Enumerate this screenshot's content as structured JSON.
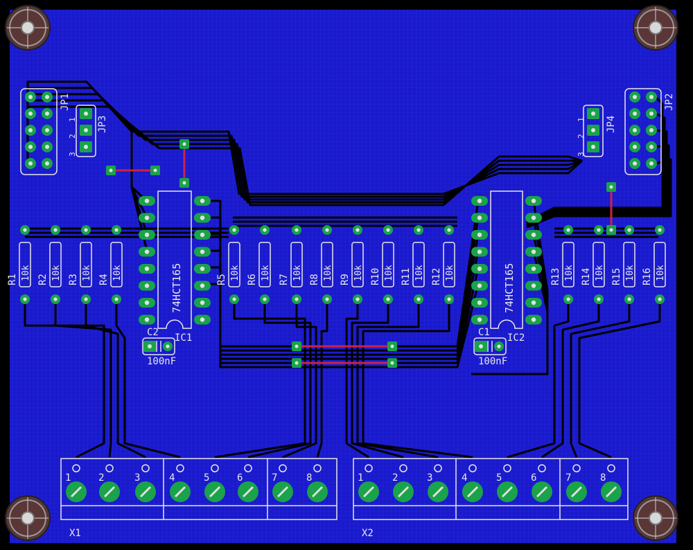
{
  "colors": {
    "background": "#000000",
    "board": "#1a1acc",
    "grid": "#2a2ae0",
    "trace": "#000000",
    "pad": "#1aa34a",
    "via_trace": "#cc2244",
    "silk": "#e8e8e8",
    "hole": "#d8d8d8"
  },
  "headers": [
    {
      "id": "jp1",
      "label": "JP1"
    },
    {
      "id": "jp2",
      "label": "JP2"
    },
    {
      "id": "jp3",
      "label": "JP3",
      "pins": [
        "1",
        "2",
        "3"
      ]
    },
    {
      "id": "jp4",
      "label": "JP4",
      "pins": [
        "1",
        "2",
        "3"
      ]
    }
  ],
  "ics": [
    {
      "id": "ic1",
      "label": "IC1",
      "part": "74HCT165"
    },
    {
      "id": "ic2",
      "label": "IC2",
      "part": "74HCT165"
    }
  ],
  "capacitors": [
    {
      "id": "c2",
      "label": "C2",
      "value": "100nF"
    },
    {
      "id": "c1",
      "label": "C1",
      "value": "100nF"
    }
  ],
  "resistors": [
    {
      "label": "R1",
      "value": "10k"
    },
    {
      "label": "R2",
      "value": "10k"
    },
    {
      "label": "R3",
      "value": "10k"
    },
    {
      "label": "R4",
      "value": "10k"
    },
    {
      "label": "R5",
      "value": "10k"
    },
    {
      "label": "R6",
      "value": "10k"
    },
    {
      "label": "R7",
      "value": "10k"
    },
    {
      "label": "R8",
      "value": "10k"
    },
    {
      "label": "R9",
      "value": "10k"
    },
    {
      "label": "R10",
      "value": "10k"
    },
    {
      "label": "R11",
      "value": "10k"
    },
    {
      "label": "R12",
      "value": "10k"
    },
    {
      "label": "R13",
      "value": "10k"
    },
    {
      "label": "R14",
      "value": "10k"
    },
    {
      "label": "R15",
      "value": "10k"
    },
    {
      "label": "R16",
      "value": "10k"
    }
  ],
  "terminals": [
    {
      "id": "x1",
      "label": "X1",
      "pins": [
        "1",
        "2",
        "3",
        "4",
        "5",
        "6",
        "7",
        "8"
      ]
    },
    {
      "id": "x2",
      "label": "X2",
      "pins": [
        "1",
        "2",
        "3",
        "4",
        "5",
        "6",
        "7",
        "8"
      ]
    }
  ]
}
